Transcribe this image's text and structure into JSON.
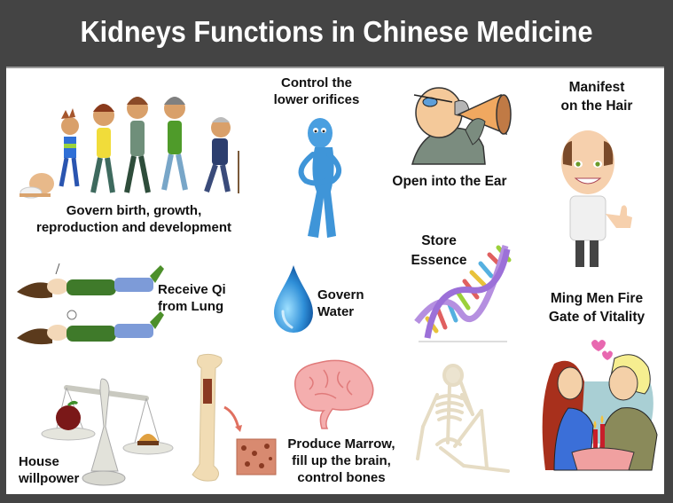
{
  "header": {
    "title": "Kidneys Functions in Chinese Medicine",
    "background_color": "#444444",
    "title_color": "#ffffff"
  },
  "panel": {
    "background_color": "#ffffff"
  },
  "functions": [
    {
      "id": "birth",
      "lines": [
        "Govern birth, growth,",
        "reproduction and development"
      ],
      "illustration": "life-stages-people-icon"
    },
    {
      "id": "orifices",
      "lines": [
        "Control the",
        "lower orifices"
      ],
      "illustration": "blue-figure-icon"
    },
    {
      "id": "ear",
      "lines": [
        "Open into the Ear"
      ],
      "illustration": "ear-trumpet-man-icon"
    },
    {
      "id": "hair",
      "lines": [
        "Manifest",
        "on the Hair"
      ],
      "illustration": "balding-man-thumbs-up-icon"
    },
    {
      "id": "qi",
      "lines": [
        "Receive Qi",
        "from Lung"
      ],
      "illustration": "breathing-women-icon"
    },
    {
      "id": "water",
      "lines": [
        "Govern",
        "Water"
      ],
      "illustration": "water-drop-icon"
    },
    {
      "id": "essence",
      "lines": [
        "Store",
        "Essence"
      ],
      "illustration": "dna-helix-icon"
    },
    {
      "id": "mingmen",
      "lines": [
        "Ming Men Fire",
        "Gate of Vitality"
      ],
      "illustration": "couple-candles-icon"
    },
    {
      "id": "willpower",
      "lines": [
        "House",
        "willpower"
      ],
      "illustration": "balance-scale-icon"
    },
    {
      "id": "marrow",
      "lines": [
        "Produce Marrow,",
        "fill up the brain,",
        "control bones"
      ],
      "illustration": "brain-bone-skeleton-icon"
    }
  ]
}
